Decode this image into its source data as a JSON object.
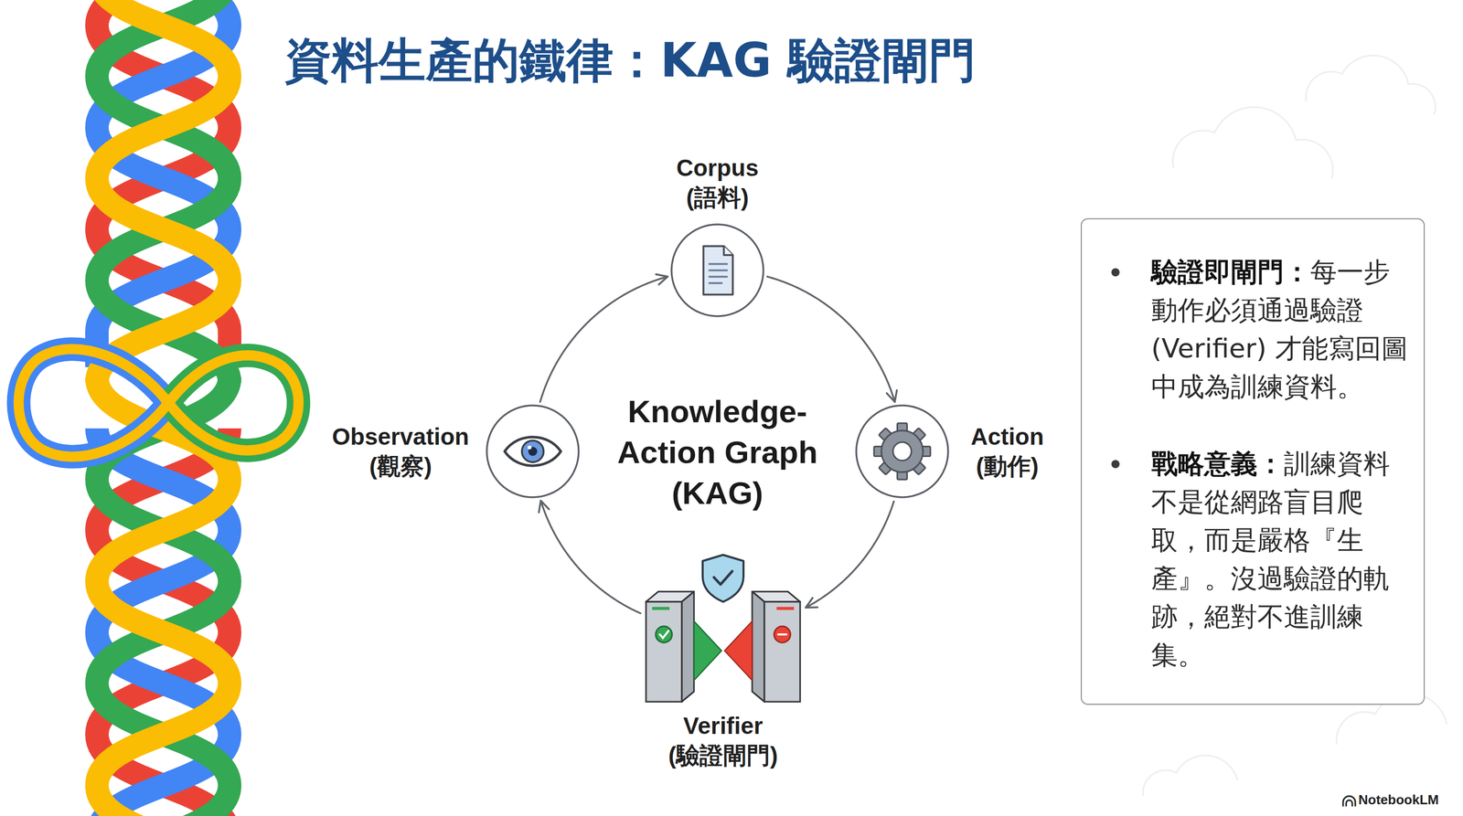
{
  "diagram": {
    "title": "資料生產的鐵律：KAG 驗證閘門",
    "nodes": [
      {
        "text": [
          "Corpus (語料)"
        ]
      },
      {
        "text": [
          "Action (動作)"
        ]
      },
      {
        "text": [
          "Verifier (驗證閘門)"
        ]
      },
      {
        "text": [
          "Observation (觀察)"
        ]
      },
      {
        "text": [
          "驗證即閘門：",
          "每一步動作必須通過驗證 (Verifier) 才能寫回圖中成為訓練資料。",
          "戰略意義：",
          "訓練資料不是從網路盲目爬取，而是嚴格『生產』。沒過驗證的軌跡，絕對不進訓練集。"
        ]
      }
    ],
    "edges": [
      {
        "from": 0,
        "to": 1,
        "arrow": "to"
      },
      {
        "from": 1,
        "to": 2,
        "arrow": "to"
      },
      {
        "from": 2,
        "to": 3,
        "arrow": "to"
      },
      {
        "from": 3,
        "to": 0,
        "arrow": "to"
      }
    ],
    "labels": [
      "Knowledge-Action Graph (KAG)",
      "NotebookLM"
    ]
  }
}
